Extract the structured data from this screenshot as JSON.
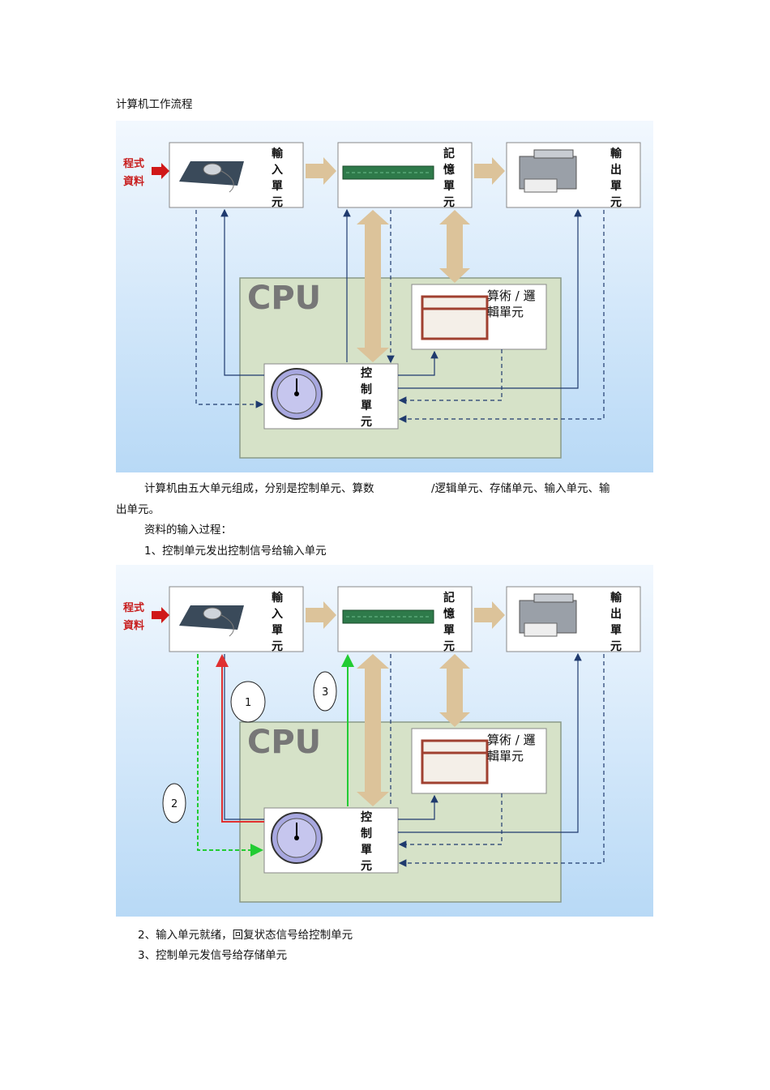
{
  "doc": {
    "title": "计算机工作流程",
    "para1_part1": "计算机由五大单元组成，分别是控制单元、算数",
    "para1_part2": "/逻辑单元、存储单元、输入单元、输",
    "para1_line2": "出单元。",
    "para2": "资料的输入过程：",
    "step1": "1、控制单元发出控制信号给输入单元",
    "step2": "2、输入单元就绪，回复状态信号给控制单元",
    "step3": "3、控制单元发信号给存储单元"
  },
  "diagram": {
    "program_data": [
      "程式",
      "資料"
    ],
    "input_unit": [
      "輸",
      "入",
      "單",
      "元"
    ],
    "memory_unit": [
      "記",
      "憶",
      "單",
      "元"
    ],
    "output_unit": [
      "輸",
      "出",
      "單",
      "元"
    ],
    "cpu_label": "CPU",
    "alu_line1": "算術 / 邏",
    "alu_line2": "輯單元",
    "control_unit": [
      "控",
      "制",
      "單",
      "元"
    ],
    "step_markers": [
      "1",
      "2",
      "3"
    ]
  },
  "colors": {
    "background_top": "#f2f8fe",
    "background_bottom": "#b8d9f6",
    "cpu_box": "#d6e2c8",
    "arrow_tan": "#dcc39a",
    "signal_red": "#e03030",
    "signal_green": "#22cc33",
    "signal_navy": "#1f3a6e"
  }
}
